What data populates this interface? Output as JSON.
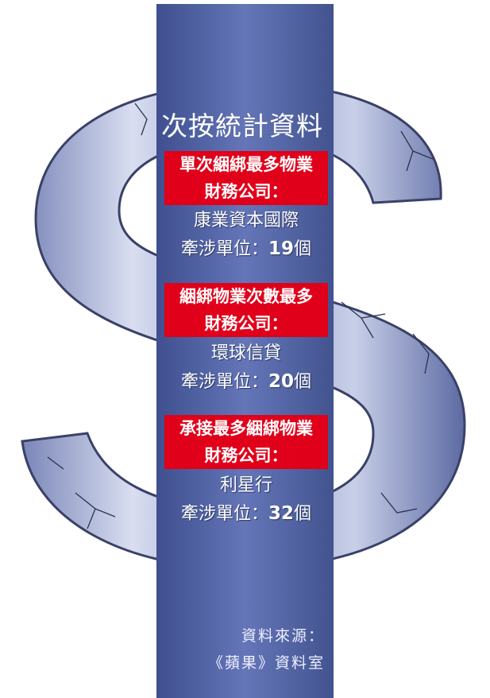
{
  "title": "次按統計資料",
  "sections": [
    {
      "heading_line1": "單次綑綁最多物業",
      "heading_line2": "財務公司：",
      "company": "康業資本國際",
      "units_label": "牽涉單位：",
      "units_value": "19",
      "units_suffix": "個"
    },
    {
      "heading_line1": "綑綁物業次數最多",
      "heading_line2": "財務公司：",
      "company": "環球信貸",
      "units_label": "牽涉單位：",
      "units_value": "20",
      "units_suffix": "個"
    },
    {
      "heading_line1": "承接最多綑綁物業",
      "heading_line2": "財務公司：",
      "company": "利星行",
      "units_label": "牽涉單位：",
      "units_value": "32",
      "units_suffix": "個"
    }
  ],
  "source": {
    "line1": "資料來源：",
    "line2": "《蘋果》資料室"
  },
  "colors": {
    "highlight_red": "#e0001a",
    "dollar_blue": "#5b6eb0"
  }
}
